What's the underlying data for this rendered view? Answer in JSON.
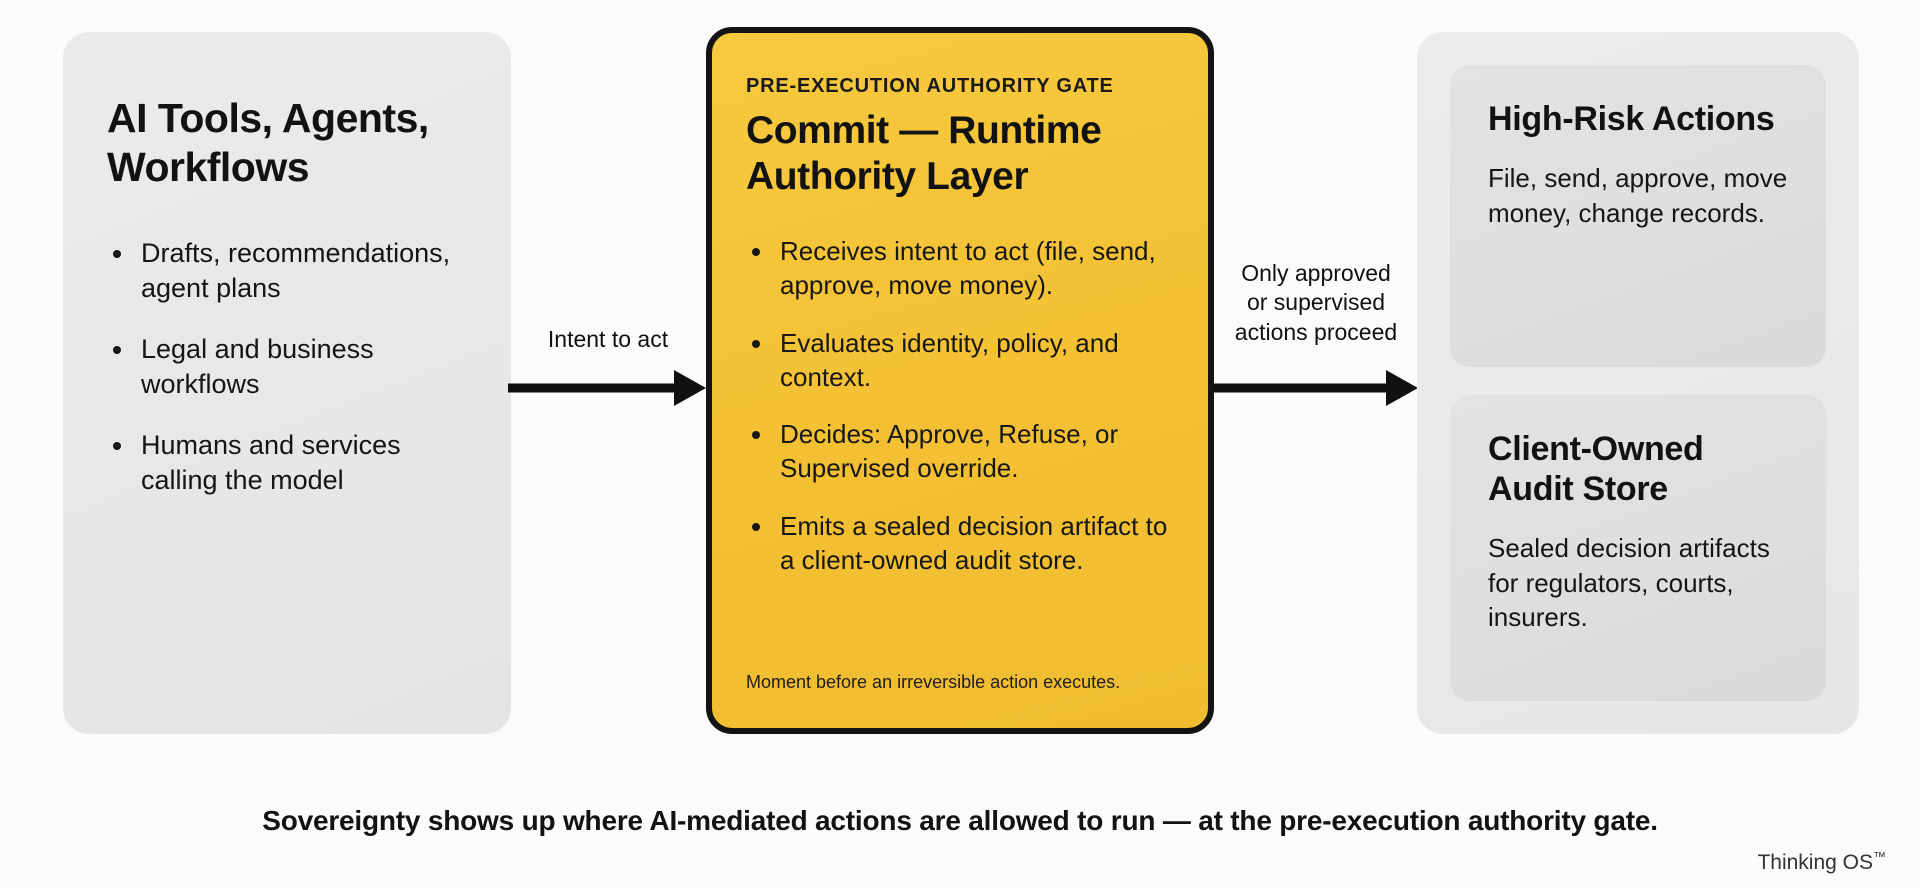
{
  "left_card": {
    "title": "AI Tools, Agents, Workflows",
    "bullets": [
      "Drafts, recommendations, agent plans",
      "Legal and business workflows",
      "Humans and services calling the model"
    ]
  },
  "center_card": {
    "eyebrow": "PRE-EXECUTION AUTHORITY GATE",
    "title": "Commit — Runtime Authority Layer",
    "bullets": [
      "Receives intent to act (file, send, approve, move money).",
      "Evaluates identity, policy, and context.",
      "Decides: Approve, Refuse, or Supervised override.",
      "Emits a sealed decision artifact to a client-owned audit store."
    ],
    "footnote": "Moment before an irreversible action executes.",
    "accent_color": "#F3C033",
    "border_color": "#141414"
  },
  "right_cards": [
    {
      "title": "High-Risk Actions",
      "body": "File, send, approve, move money, change records."
    },
    {
      "title": "Client-Owned Audit Store",
      "body": "Sealed decision artifacts for regulators, courts, insurers."
    }
  ],
  "arrows": [
    {
      "label": "Intent to act"
    },
    {
      "label": "Only approved\nor supervised\nactions proceed"
    }
  ],
  "caption": "Sovereignty shows up where AI-mediated actions are allowed to run — at the pre-execution authority gate.",
  "brand": {
    "name": "Thinking OS",
    "tm": "™"
  }
}
